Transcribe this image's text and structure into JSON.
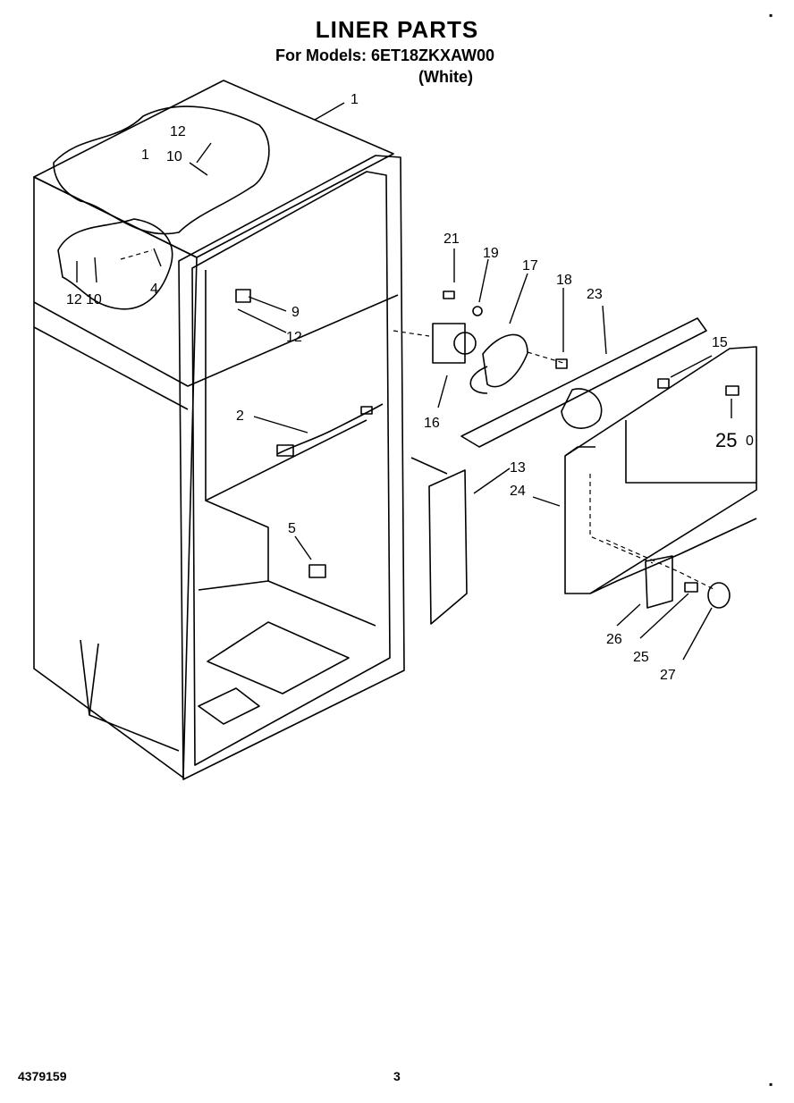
{
  "header": {
    "title": "LINER PARTS",
    "models_line": "For Models: 6ET18ZKXAW00",
    "variant": "(White)"
  },
  "footer": {
    "part_number": "4379159",
    "page": "3"
  },
  "corner_marks": [
    "▪",
    "▪",
    "▪",
    "▪"
  ],
  "callouts": {
    "c1": "1",
    "c2": "2",
    "c4": "4",
    "c5": "5",
    "c9": "9",
    "c10a": "10",
    "c10b": "10",
    "c12a": "12",
    "c12b": "12",
    "c12c": "12",
    "c13": "13",
    "c15": "15",
    "c16": "16",
    "c17": "17",
    "c18": "18",
    "c19": "19",
    "c21": "21",
    "c23": "23",
    "c24": "24",
    "c25a": "25",
    "c25b": "25",
    "c26": "26",
    "c27": "27",
    "c1s": "1",
    "c0": "0"
  }
}
